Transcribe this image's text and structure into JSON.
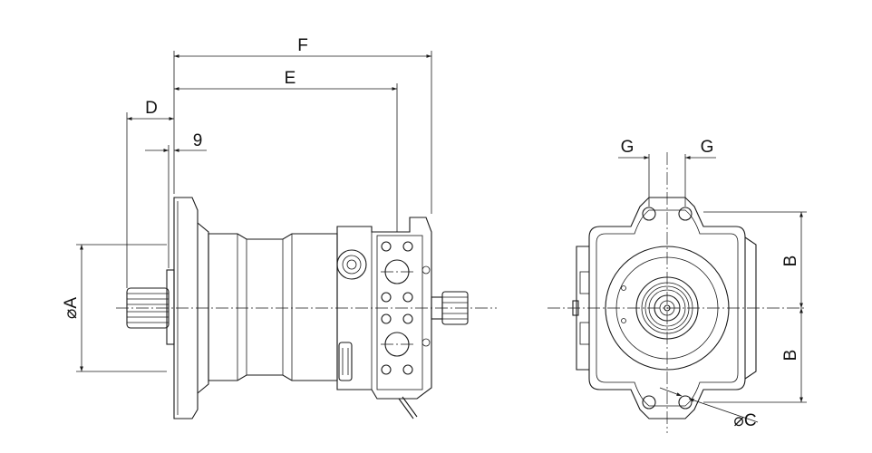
{
  "labels": {
    "dim_a": "⌀A",
    "dim_b_upper": "B",
    "dim_b_lower": "B",
    "dim_c": "⌀C",
    "dim_d": "D",
    "dim_e": "E",
    "dim_f": "F",
    "dim_g_left": "G",
    "dim_g_right": "G",
    "dim_9": "9"
  }
}
